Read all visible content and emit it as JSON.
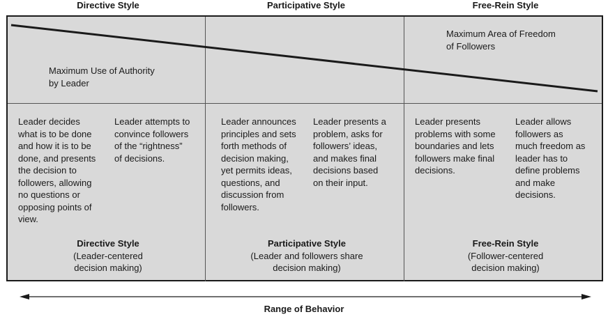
{
  "headers": {
    "directive": "Directive Style",
    "participative": "Participative Style",
    "free_rein": "Free-Rein Style"
  },
  "top_labels": {
    "authority_line1": "Maximum Use of Authority",
    "authority_line2": "by Leader",
    "freedom_line1": "Maximum Area of Freedom",
    "freedom_line2": "of Followers"
  },
  "behaviors": [
    [
      "Leader decides",
      "what is to be done",
      "and how it is to be",
      "done, and presents",
      "the decision to",
      "followers, allowing",
      "no questions or",
      "opposing points of",
      "view."
    ],
    [
      "Leader attempts to",
      "convince followers",
      "of the “rightness”",
      "of decisions."
    ],
    [
      "Leader announces",
      "principles and sets",
      "forth methods of",
      "decision making,",
      "yet permits ideas,",
      "questions, and",
      "discussion from",
      "followers."
    ],
    [
      "Leader presents a",
      "problem, asks for",
      "followers’ ideas,",
      "and makes final",
      "decisions based",
      "on their input."
    ],
    [
      "Leader presents",
      "problems with some",
      "boundaries and lets",
      "followers make final",
      "decisions."
    ],
    [
      "Leader allows",
      "followers as",
      "much freedom as",
      "leader has to",
      "define problems",
      "and make",
      "decisions."
    ]
  ],
  "captions": [
    {
      "title": "Directive Style",
      "line1": "(Leader-centered",
      "line2": "decision making)"
    },
    {
      "title": "Participative Style",
      "line1": "(Leader and followers share",
      "line2": "decision making)"
    },
    {
      "title": "Free-Rein Style",
      "line1": "(Follower-centered",
      "line2": "decision making)"
    }
  ],
  "range_label": "Range of Behavior"
}
